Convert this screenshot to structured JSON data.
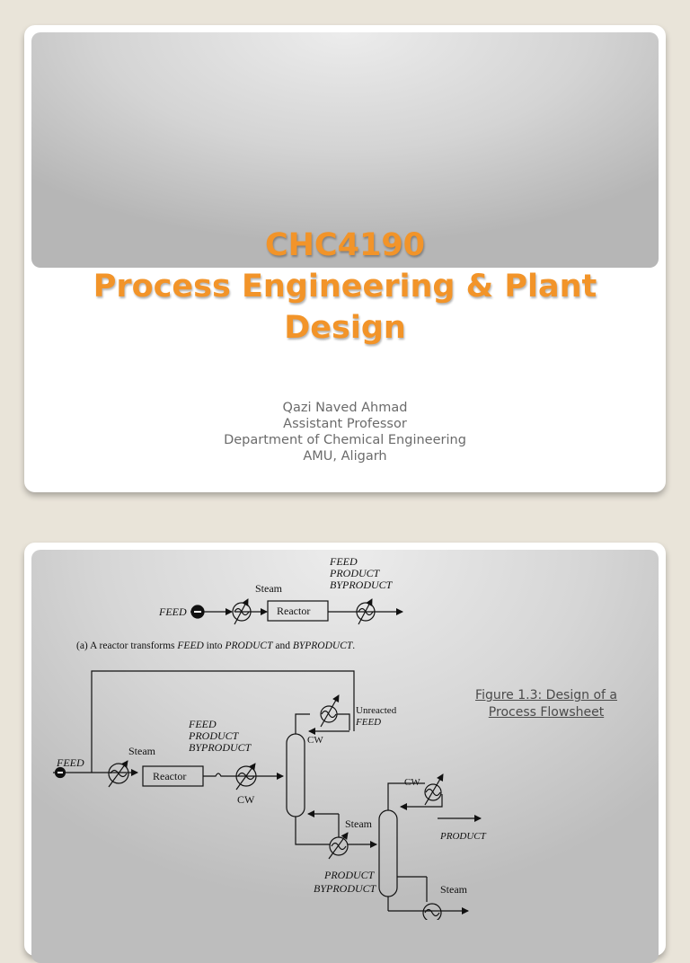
{
  "slide1": {
    "title_lines": [
      "CHC4190",
      "Process Engineering & Plant",
      "Design"
    ],
    "author_lines": [
      "Qazi Naved Ahmad",
      "Assistant Professor",
      "Department of Chemical Engineering",
      "AMU, Aligarh"
    ]
  },
  "slide2": {
    "caption_lines": [
      "Figure 1.3: Design of a",
      "Process Flowsheet"
    ],
    "diagram_a": {
      "feed": "FEED",
      "steam": "Steam",
      "reactor": "Reactor",
      "outlet_lines": [
        "FEED",
        "PRODUCT",
        "BYPRODUCT"
      ],
      "caption_parts": [
        "(a)  A reactor transforms ",
        "FEED",
        " into ",
        "PRODUCT",
        " and ",
        "BYPRODUCT",
        "."
      ]
    },
    "diagram_b": {
      "feed": "FEED",
      "steam": "Steam",
      "reactor": "Reactor",
      "reactor_out_lines": [
        "FEED",
        "PRODUCT",
        "BYPRODUCT"
      ],
      "cw": "CW",
      "unreacted_lines": [
        "Unreacted",
        "FEED"
      ],
      "cw_top": "CW",
      "steam_col1": "Steam",
      "bottoms_lines": [
        "PRODUCT",
        "BYPRODUCT"
      ],
      "cw_col2": "CW",
      "product": "PRODUCT",
      "steam_col2": "Steam"
    }
  }
}
